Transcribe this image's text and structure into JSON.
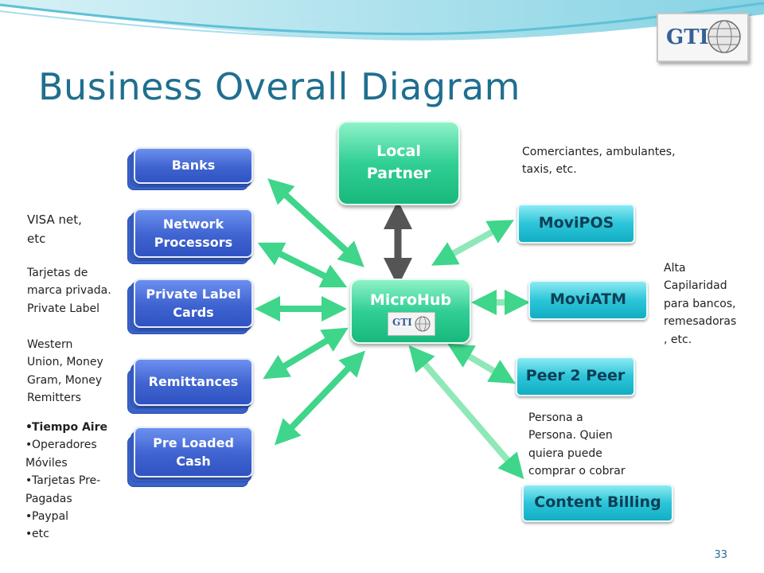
{
  "slide": {
    "title": "Business Overall Diagram",
    "page_number": "33",
    "logo_text": "GTI"
  },
  "boxes": {
    "banks": "Banks",
    "network_processors": [
      "Network",
      "Processors"
    ],
    "private_label": [
      "Private Label",
      "Cards"
    ],
    "remittances": "Remittances",
    "pre_loaded": [
      "Pre Loaded",
      "Cash"
    ],
    "local_partner": [
      "Local",
      "Partner"
    ],
    "microhub": "MicroHub",
    "moviPOS": "MoviPOS",
    "moviATM": "MoviATM",
    "peer2peer": "Peer 2 Peer",
    "content_billing": "Content Billing"
  },
  "notes": {
    "visa": [
      "VISA net,",
      "etc"
    ],
    "tarjetas": [
      "Tarjetas de",
      "marca privada.",
      "Private Label"
    ],
    "western": [
      "Western",
      "Union, Money",
      "Gram, Money",
      "Remitters"
    ],
    "bullets": [
      "Tiempo Aire",
      "Operadores",
      "Móviles",
      "Tarjetas Pre-",
      "Pagadas",
      "Paypal",
      "etc"
    ],
    "comerciantes": [
      "Comerciantes, ambulantes,",
      "taxis, etc."
    ],
    "alta": [
      "Alta",
      "Capilaridad",
      "para bancos,",
      "remesadoras",
      ", etc."
    ],
    "persona": [
      "Persona a",
      "Persona. Quien",
      "quiera puede",
      "comprar o cobrar"
    ]
  },
  "colors": {
    "title": "#1f6f8f",
    "blue_box": "#3f63d0",
    "teal_box": "#2cc5d8",
    "green_box": "#31cf95",
    "arrow_green": "#3fd58a",
    "arrow_gray": "#555555"
  }
}
